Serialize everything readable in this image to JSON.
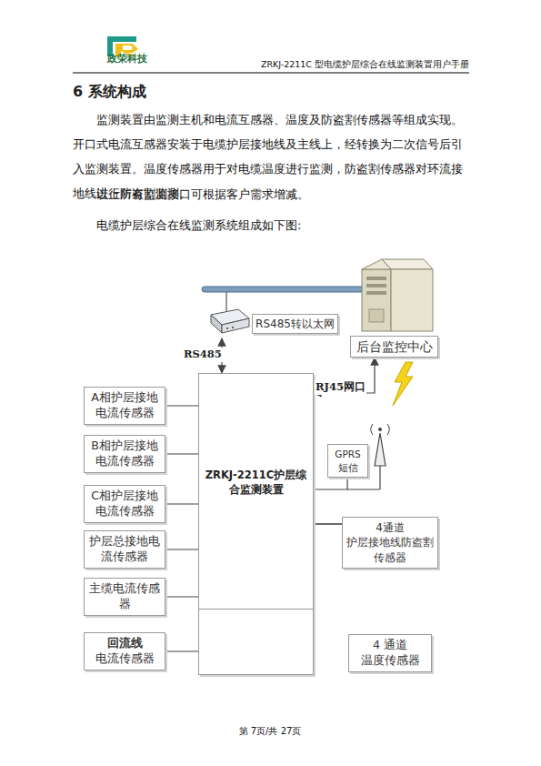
{
  "diagram": {
    "title": "6 系统构成",
    "nodes": [
      {
        "text": [
          "RS485转以太网"
        ]
      },
      {
        "text": [
          "后台监控中心"
        ]
      },
      {
        "text": [
          "A相护层接地电流传感器"
        ]
      },
      {
        "text": [
          "ZRKJ-2211C护层综合监测装置"
        ]
      },
      {
        "text": [
          "B相护层接地电流传感器"
        ]
      },
      {
        "text": [
          "C相护层接地电流传感器"
        ]
      },
      {
        "text": [
          "GPRS短信"
        ]
      },
      {
        "text": [
          "护层总接地电流传感器"
        ]
      },
      {
        "text": [
          "4通道 护层接地线防盗割 传感器"
        ]
      },
      {
        "text": [
          "主缆电流传感器"
        ]
      },
      {
        "text": [
          "回流线",
          "电流传感器"
        ]
      },
      {
        "text": [
          "4 通道 温度传感器"
        ]
      }
    ],
    "edges": [
      {
        "from": 3,
        "to": 0,
        "arrow": "both",
        "label": "RS485"
      },
      {
        "from": 3,
        "to": 1,
        "arrow": "both",
        "label": "RJ45网口"
      },
      {
        "from": 2,
        "to": 3,
        "arrow": "none"
      },
      {
        "from": 4,
        "to": 3,
        "arrow": "none"
      },
      {
        "from": 5,
        "to": 3,
        "arrow": "none"
      },
      {
        "from": 7,
        "to": 3,
        "arrow": "none"
      },
      {
        "from": 9,
        "to": 3,
        "arrow": "none"
      },
      {
        "from": 10,
        "to": 3,
        "arrow": "none"
      },
      {
        "from": 3,
        "to": 6,
        "arrow": "none"
      },
      {
        "from": 3,
        "to": 8,
        "arrow": "none"
      },
      {
        "from": 3,
        "to": 11,
        "arrow": "none"
      }
    ],
    "labels": [
      "政荣科技",
      "ZRKJ-2211C 型电缆护层综合在线监测装置用户手册",
      "监测装置由监测主机和电流互感器、温度及防盗割传感器等组成实现。开口式电流互感器安装于电缆护层接地线及主线上，经转换为二次信号后引入监测装置。温度传感器用于对电缆温度进行监测，防盗割传感器对环流接地线进行防盗割监测。",
      "以上所有监测接口可根据客户需求增减。",
      "电缆护层综合在线监测系统组成如下图:",
      "第 7页/共 27页"
    ]
  }
}
